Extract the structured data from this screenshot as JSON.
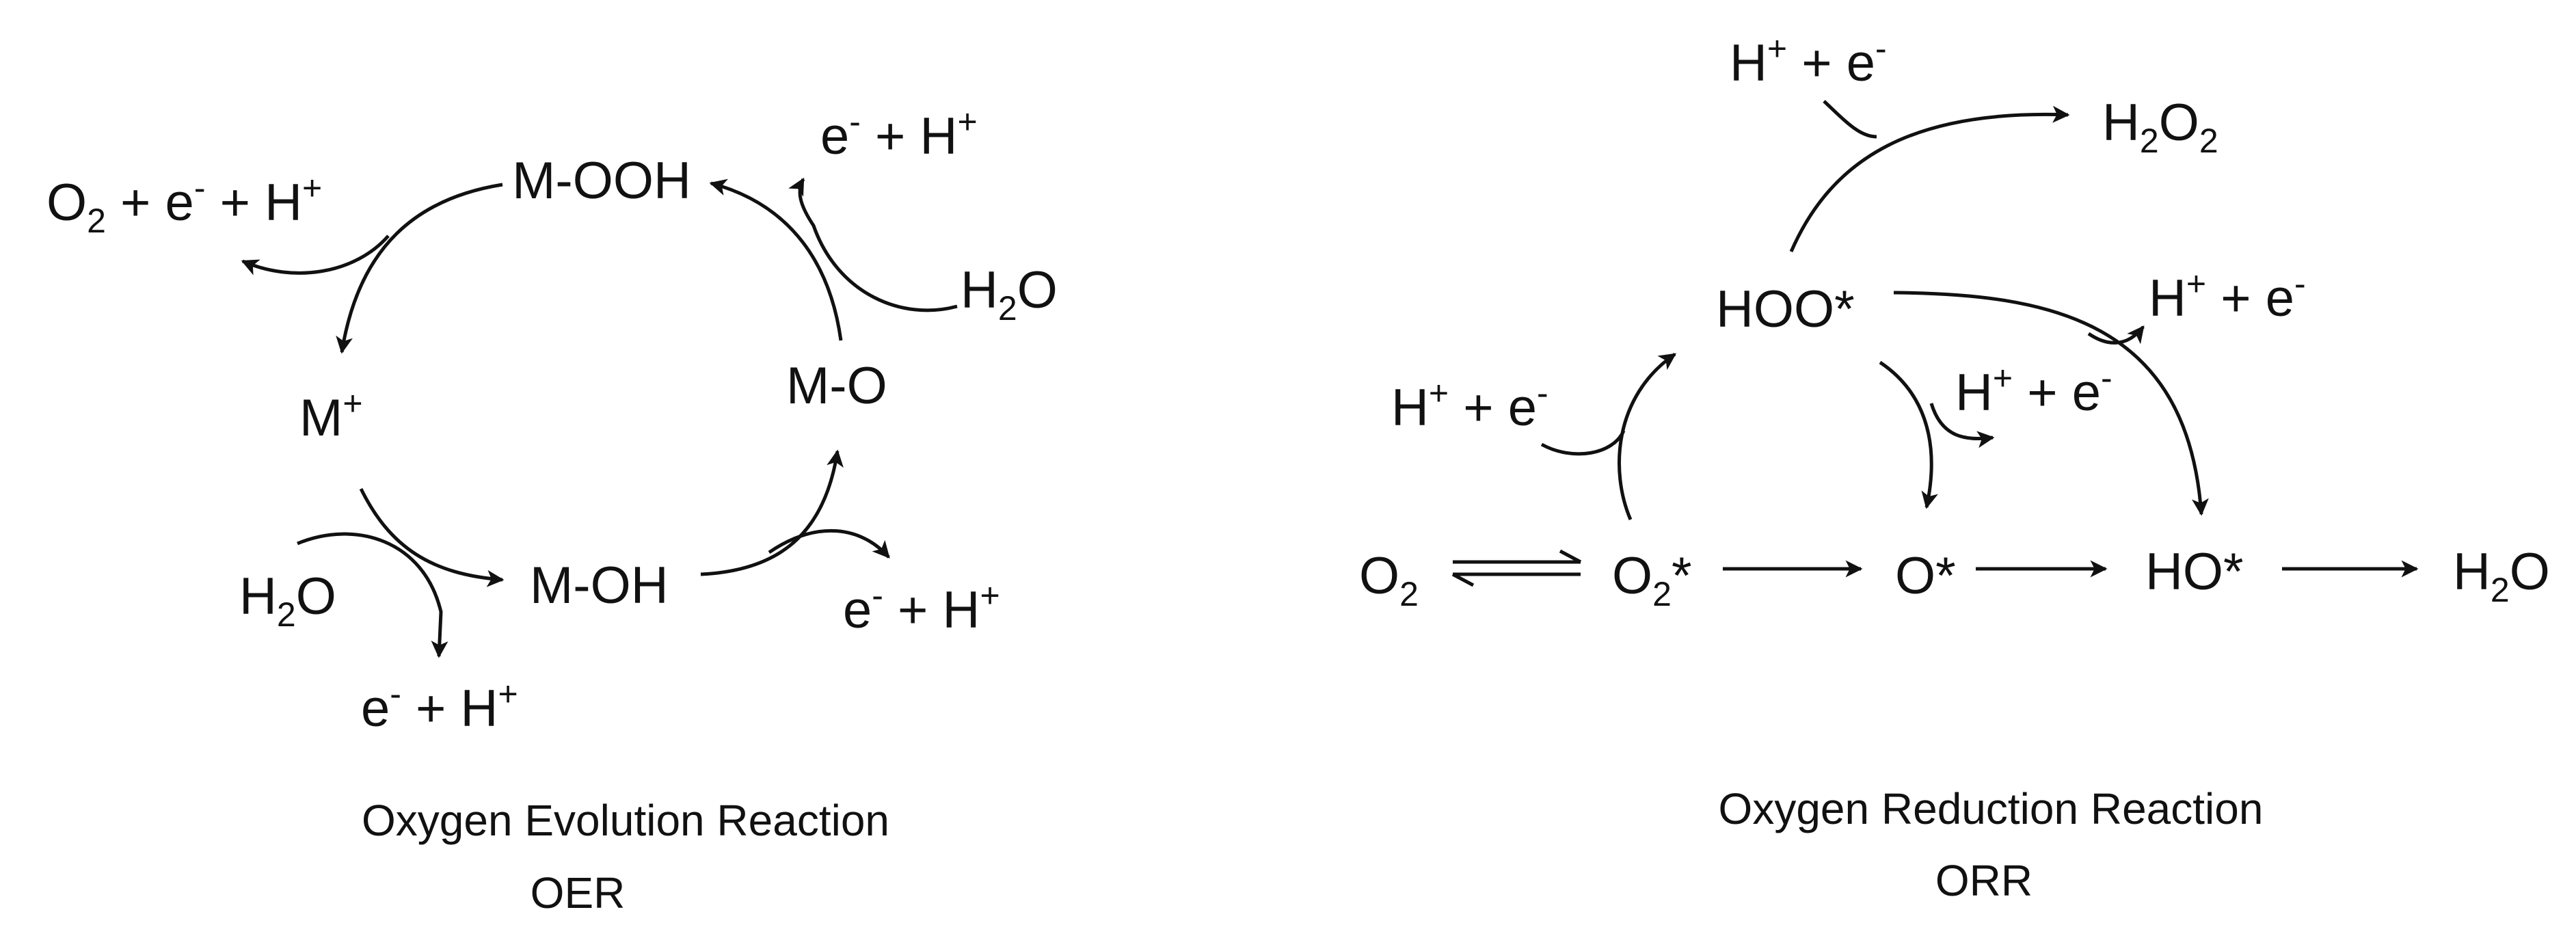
{
  "oer": {
    "species": {
      "m_ooh": "M-OOH",
      "m_plus": {
        "base": "M",
        "sup": "+"
      },
      "m_oh": "M-OH",
      "m_o": "M-O"
    },
    "side": {
      "o2_release": {
        "a": "O",
        "a_sub": "2",
        "b": " + e",
        "b_sup": "-",
        "c": " + H",
        "c_sup": "+"
      },
      "h2o_in_left": {
        "a": "H",
        "a_sub": "2",
        "b": "O"
      },
      "h2o_in_right": {
        "a": "H",
        "a_sub": "2",
        "b": "O"
      },
      "out_bottom": {
        "a": "e",
        "a_sup": "-",
        "b": " + H",
        "b_sup": "+"
      },
      "out_right_low": {
        "a": "e",
        "a_sup": "-",
        "b": " + H",
        "b_sup": "+"
      },
      "out_top": {
        "a": "e",
        "a_sup": "-",
        "b": " + H",
        "b_sup": "+"
      }
    },
    "caption": {
      "line1": "Oxygen Evolution Reaction",
      "line2": "OER"
    }
  },
  "orr": {
    "species": {
      "o2": {
        "a": "O",
        "a_sub": "2"
      },
      "o2_ads": {
        "a": "O",
        "a_sub": "2",
        "b": "*"
      },
      "o_ads": "O*",
      "ho_ads": "HO*",
      "h2o": {
        "a": "H",
        "a_sub": "2",
        "b": "O"
      },
      "hoo_ads": "HOO*",
      "h2o2": {
        "a": "H",
        "a_sub": "2",
        "b": "O",
        "b_sub": "2"
      }
    },
    "side": {
      "in_left": {
        "a": "H",
        "a_sup": "+",
        "b": " + e",
        "b_sup": "-"
      },
      "in_top": {
        "a": "H",
        "a_sup": "+",
        "b": " + e",
        "b_sup": "-"
      },
      "in_right": {
        "a": "H",
        "a_sup": "+",
        "b": " + e",
        "b_sup": "-"
      },
      "in_mid": {
        "a": "H",
        "a_sup": "+",
        "b": " + e",
        "b_sup": "-"
      }
    },
    "caption": {
      "line1": "Oxygen Reduction Reaction",
      "line2": "ORR"
    }
  }
}
